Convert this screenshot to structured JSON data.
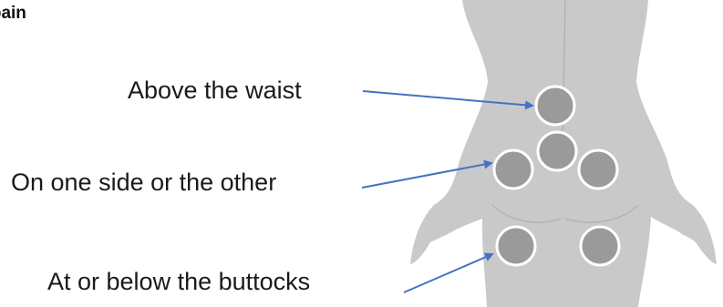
{
  "heading": {
    "line1": "e pain",
    "line2": "?"
  },
  "labels": {
    "above_waist": "Above the waist",
    "one_side": "On one side or the other",
    "below_buttocks": "At or below the buttocks"
  },
  "colors": {
    "body": "#c9c9c9",
    "body_line": "#b3b3b3",
    "spot_fill": "#9a9a9a",
    "spot_stroke": "#ffffff",
    "arrow": "#4472c4"
  }
}
